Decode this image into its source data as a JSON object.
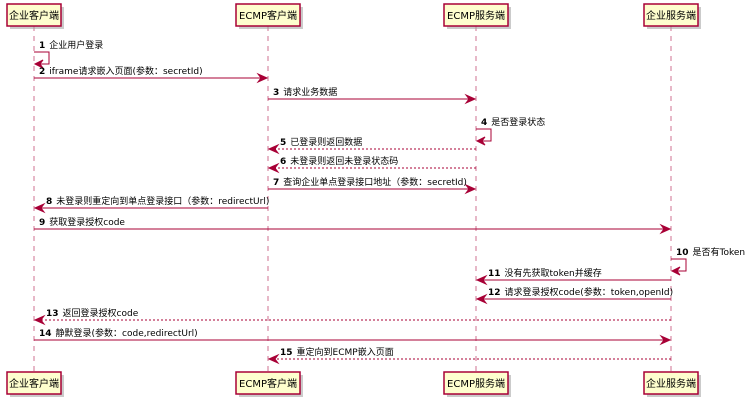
{
  "participants": [
    {
      "id": "p1",
      "label": "企业客户端"
    },
    {
      "id": "p2",
      "label": "ECMP客户端"
    },
    {
      "id": "p3",
      "label": "ECMP服务端"
    },
    {
      "id": "p4",
      "label": "企业服务端"
    }
  ],
  "messages": [
    {
      "num": "1",
      "text": "企业用户登录",
      "from": 0,
      "to": 0,
      "style": "solid"
    },
    {
      "num": "2",
      "text": "iframe请求嵌入页面(参数：secretId)",
      "from": 0,
      "to": 1,
      "style": "solid"
    },
    {
      "num": "3",
      "text": "请求业务数据",
      "from": 1,
      "to": 2,
      "style": "solid"
    },
    {
      "num": "4",
      "text": "是否登录状态",
      "from": 2,
      "to": 2,
      "style": "solid"
    },
    {
      "num": "5",
      "text": "已登录则返回数据",
      "from": 2,
      "to": 1,
      "style": "dashed"
    },
    {
      "num": "6",
      "text": "未登录则返回未登录状态码",
      "from": 2,
      "to": 1,
      "style": "dashed"
    },
    {
      "num": "7",
      "text": "查询企业单点登录接口地址（参数：secretId)",
      "from": 1,
      "to": 2,
      "style": "solid"
    },
    {
      "num": "8",
      "text": "未登录则重定向到单点登录接口（参数：redirectUrl)",
      "from": 1,
      "to": 0,
      "style": "solid"
    },
    {
      "num": "9",
      "text": "获取登录授权code",
      "from": 0,
      "to": 3,
      "style": "solid"
    },
    {
      "num": "10",
      "text": "是否有Token",
      "from": 3,
      "to": 3,
      "style": "solid"
    },
    {
      "num": "11",
      "text": "没有先获取token并缓存",
      "from": 3,
      "to": 2,
      "style": "solid"
    },
    {
      "num": "12",
      "text": "请求登录授权code(参数：token,openId)",
      "from": 3,
      "to": 2,
      "style": "solid"
    },
    {
      "num": "13",
      "text": "返回登录授权code",
      "from": 3,
      "to": 0,
      "style": "dashed"
    },
    {
      "num": "14",
      "text": "静默登录(参数：code,redirectUrl)",
      "from": 0,
      "to": 3,
      "style": "solid"
    },
    {
      "num": "15",
      "text": "重定向到ECMP嵌入页面",
      "from": 3,
      "to": 1,
      "style": "dashed"
    }
  ],
  "colors": {
    "line": "#A80036",
    "box_fill": "#FEFECE"
  }
}
